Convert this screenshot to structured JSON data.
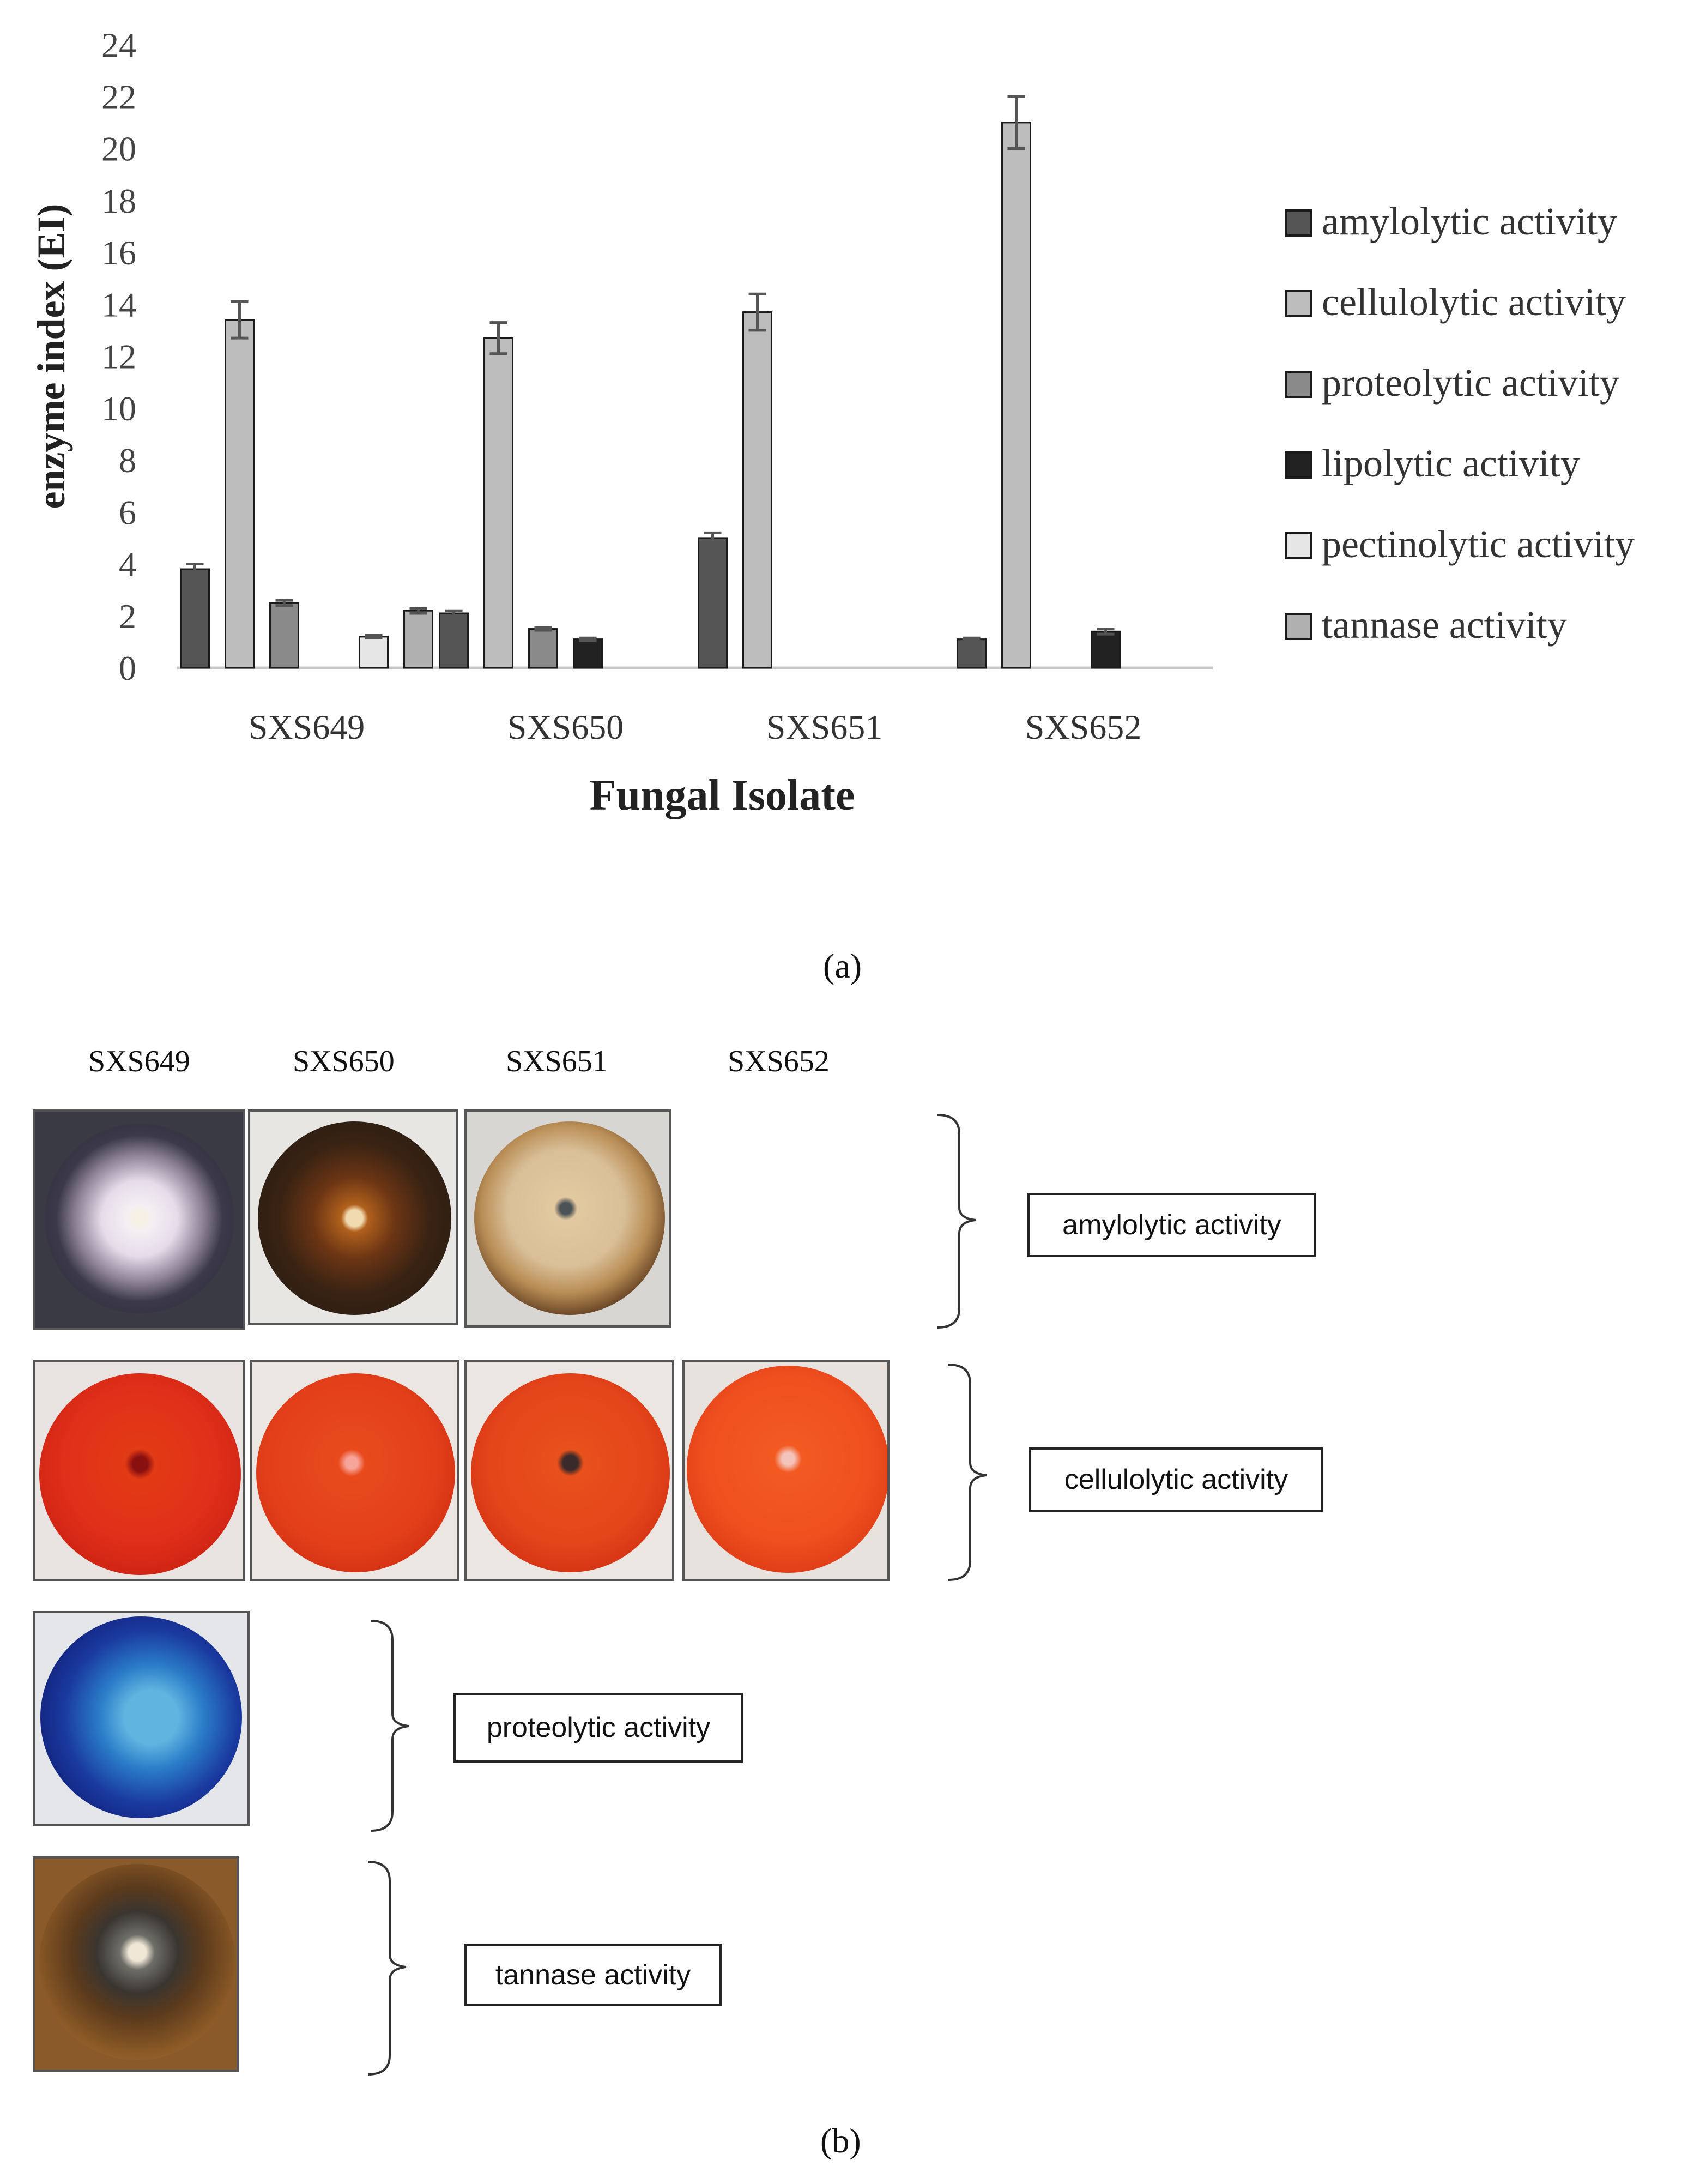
{
  "chart_data": {
    "type": "bar",
    "xlabel": "Fungal Isolate",
    "ylabel": "enzyme index (EI)",
    "ylim": [
      0,
      24
    ],
    "yticks": [
      "0",
      "2",
      "4",
      "6",
      "8",
      "10",
      "12",
      "14",
      "16",
      "18",
      "20",
      "22",
      "24"
    ],
    "categories": [
      "SXS649",
      "SXS650",
      "SXS651",
      "SXS652"
    ],
    "series": [
      {
        "name": "amylolytic activity",
        "color": "#555555",
        "values": [
          3.8,
          2.1,
          5.0,
          1.1
        ],
        "errors": [
          0.2,
          0.1,
          0.2,
          0.05
        ]
      },
      {
        "name": "cellulolytic activity",
        "color": "#bdbdbd",
        "values": [
          13.4,
          12.7,
          13.7,
          21.0
        ],
        "errors": [
          0.7,
          0.6,
          0.7,
          1.0
        ]
      },
      {
        "name": "proteolytic activity",
        "color": "#8a8a8a",
        "values": [
          2.5,
          1.5,
          0,
          0
        ],
        "errors": [
          0.1,
          0.05,
          0,
          0
        ]
      },
      {
        "name": "lipolytic activity",
        "color": "#222222",
        "values": [
          0,
          1.1,
          0,
          1.4
        ],
        "errors": [
          0,
          0.05,
          0,
          0.1
        ]
      },
      {
        "name": "pectinolytic activity",
        "color": "#e6e6e6",
        "values": [
          1.2,
          0,
          0,
          0
        ],
        "errors": [
          0.05,
          0,
          0,
          0
        ]
      },
      {
        "name": "tannase activity",
        "color": "#b0b0b0",
        "values": [
          2.2,
          0,
          0,
          0
        ],
        "errors": [
          0.1,
          0,
          0,
          0
        ]
      }
    ],
    "legend_position": "right",
    "grid": false
  },
  "panel_a_label": "(a)",
  "panel_b_label": "(b)",
  "panel_b": {
    "columns": [
      "SXS649",
      "SXS650",
      "SXS651",
      "SXS652"
    ],
    "rows": [
      {
        "label": "amylolytic activity"
      },
      {
        "label": "cellulolytic activity"
      },
      {
        "label": "proteolytic activity"
      },
      {
        "label": "tannase activity"
      }
    ]
  }
}
